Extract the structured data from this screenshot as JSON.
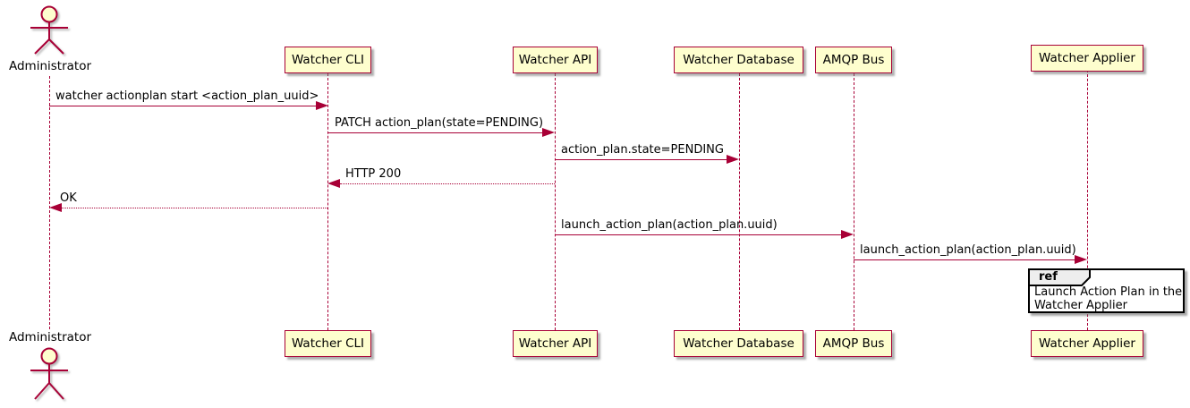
{
  "diagram": {
    "type": "uml-sequence-diagram",
    "actors": [
      {
        "name": "Administrator"
      }
    ],
    "participants": [
      {
        "label": "Watcher CLI"
      },
      {
        "label": "Watcher API"
      },
      {
        "label": "Watcher Database"
      },
      {
        "label": "AMQP Bus"
      },
      {
        "label": "Watcher Applier"
      }
    ],
    "messages": [
      {
        "from": "Administrator",
        "to": "Watcher CLI",
        "label": "watcher actionplan start <action_plan_uuid>",
        "line": "solid",
        "direction": "right"
      },
      {
        "from": "Watcher CLI",
        "to": "Watcher API",
        "label": "PATCH action_plan(state=PENDING)",
        "line": "solid",
        "direction": "right"
      },
      {
        "from": "Watcher API",
        "to": "Watcher Database",
        "label": "action_plan.state=PENDING",
        "line": "solid",
        "direction": "right"
      },
      {
        "from": "Watcher API",
        "to": "Watcher CLI",
        "label": "HTTP 200",
        "line": "dotted",
        "direction": "left"
      },
      {
        "from": "Watcher CLI",
        "to": "Administrator",
        "label": "OK",
        "line": "dotted",
        "direction": "left"
      },
      {
        "from": "Watcher API",
        "to": "AMQP Bus",
        "label": "launch_action_plan(action_plan.uuid)",
        "line": "solid",
        "direction": "right"
      },
      {
        "from": "AMQP Bus",
        "to": "Watcher Applier",
        "label": "launch_action_plan(action_plan.uuid)",
        "line": "solid",
        "direction": "right"
      }
    ],
    "ref": {
      "keyword": "ref",
      "over": "Watcher Applier",
      "lines": [
        "Launch Action Plan in the",
        "Watcher Applier"
      ]
    },
    "colors": {
      "stroke": "#A80036",
      "participant_fill": "#FEFECE",
      "text": "#000000",
      "ref_border": "#000000",
      "ref_header_fill": "#EEEEEE",
      "background": "#FFFFFF"
    }
  }
}
